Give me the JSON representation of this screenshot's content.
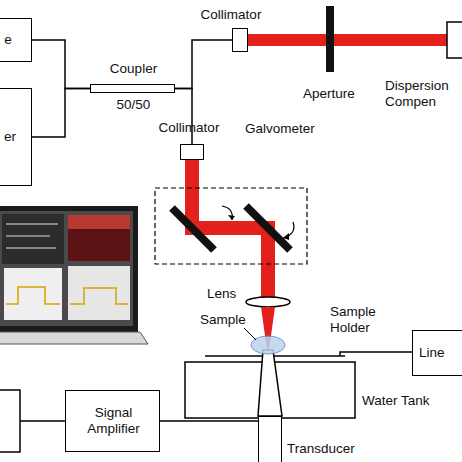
{
  "diagram": {
    "nodes": [
      {
        "text": [
          "e"
        ]
      },
      {
        "text": [
          "Coupler",
          "50/50"
        ]
      },
      {
        "text": [
          "Collimator"
        ]
      },
      {
        "text": [
          "er"
        ]
      },
      {
        "text": [
          "Collimator"
        ]
      },
      {
        "text": [
          "Line"
        ]
      },
      {
        "text": [
          "Signal Amplifier"
        ]
      },
      {
        "text": [
          "Transducer"
        ]
      }
    ],
    "edges": [
      {
        "from": 0,
        "to": 1,
        "arrow": "none"
      },
      {
        "from": 3,
        "to": 1,
        "arrow": "none"
      },
      {
        "from": 1,
        "to": 2,
        "arrow": "none"
      },
      {
        "from": 1,
        "to": 4,
        "arrow": "none"
      },
      {
        "from": 6,
        "to": 7,
        "arrow": "none"
      }
    ],
    "labels": [
      "Aperture",
      "Dispersion Compen",
      "Galvometer",
      "Lens",
      "Sample",
      "Sample Holder",
      "Water Tank"
    ]
  }
}
